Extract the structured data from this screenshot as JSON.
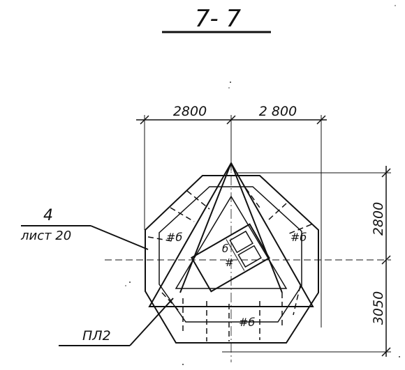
{
  "section_title": "7- 7",
  "dimensions": {
    "top_left": "2800",
    "top_right": "2 800",
    "right_upper": "2800",
    "right_lower": "3050"
  },
  "callouts": {
    "ref_number": "4",
    "ref_sheet": "лист 20",
    "plate": "ПЛ2"
  },
  "marks": {
    "left_panel": "#б",
    "right_panel": "#б",
    "bottom_panel": "#б",
    "center_block": "б",
    "center_hash": "#"
  }
}
